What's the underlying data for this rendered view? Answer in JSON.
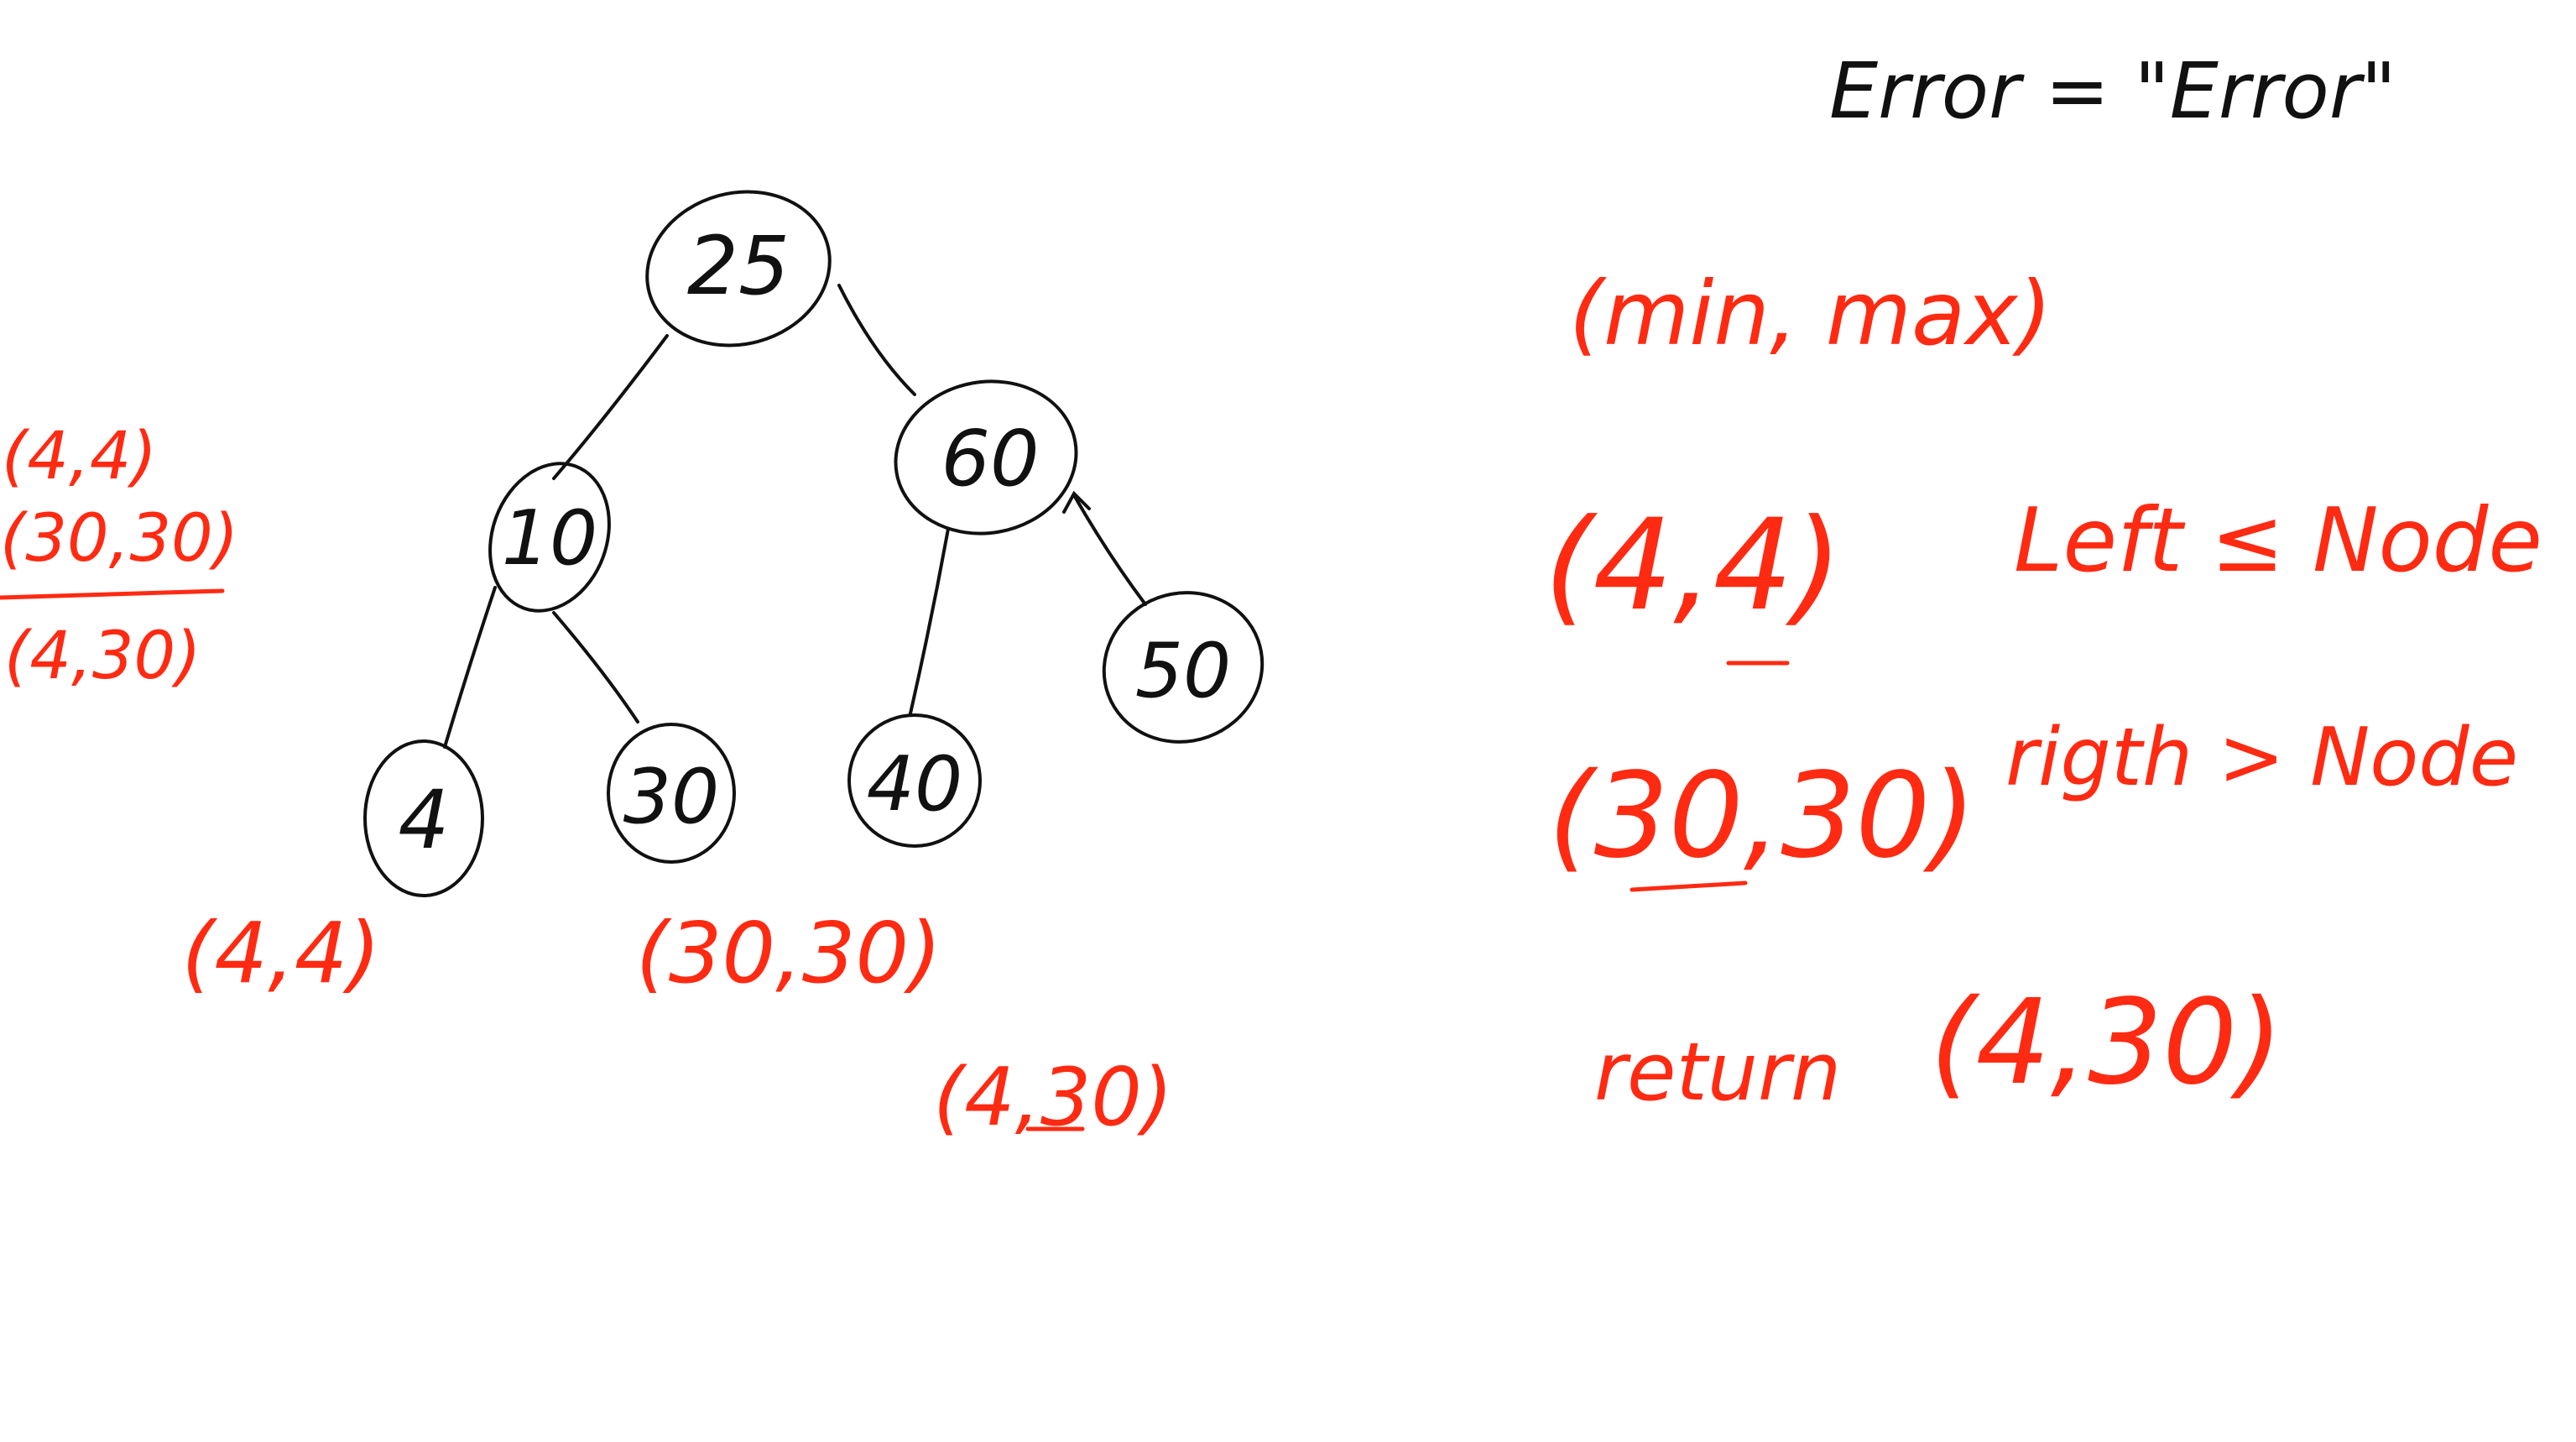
{
  "colors": {
    "background": "#ffffff",
    "tree_ink": "#111111",
    "annotation_ink": "#ff2a12"
  },
  "header_note": "Error = \"Error\"",
  "tree": {
    "nodes": [
      {
        "id": "n25",
        "label": "25"
      },
      {
        "id": "n10",
        "label": "10"
      },
      {
        "id": "n60",
        "label": "60"
      },
      {
        "id": "n4",
        "label": "4"
      },
      {
        "id": "n30",
        "label": "30"
      },
      {
        "id": "n40",
        "label": "40"
      },
      {
        "id": "n50",
        "label": "50"
      }
    ],
    "edges": [
      {
        "from": "n25",
        "to": "n10"
      },
      {
        "from": "n25",
        "to": "n60"
      },
      {
        "from": "n10",
        "to": "n4"
      },
      {
        "from": "n10",
        "to": "n30"
      },
      {
        "from": "n60",
        "to": "n40"
      },
      {
        "from": "n50",
        "to": "n60",
        "arrow": true
      }
    ]
  },
  "tree_annotations": {
    "under_node_4": "(4,4)",
    "under_node_30": "(30,30)",
    "under_subtree": "(4,30)"
  },
  "side_stack": {
    "line1": "(4,4)",
    "line2": "(30,30)",
    "result": "(4,30)"
  },
  "rules": {
    "min_max": "(min, max)",
    "left_pair": "(4,4)",
    "left_rule": "Left ≤ Node",
    "right_pair": "(30,30)",
    "right_rule": "rigth > Node",
    "return_label": "return",
    "return_pair": "(4,30)"
  }
}
